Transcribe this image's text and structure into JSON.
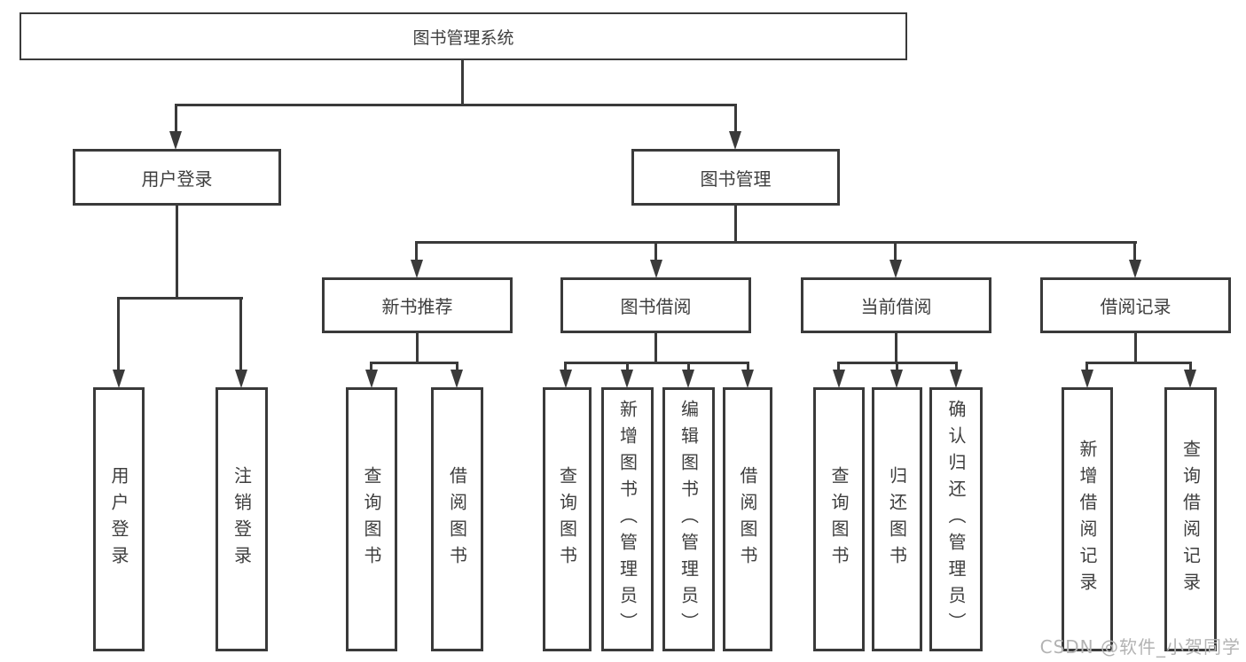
{
  "diagram": {
    "root_label": "图书管理系统",
    "level2": [
      {
        "label": "用户登录",
        "leaves": [
          "用户登录",
          "注销登录"
        ]
      },
      {
        "label": "图书管理",
        "level3": [
          {
            "label": "新书推荐",
            "leaves": [
              "查询图书",
              "借阅图书"
            ]
          },
          {
            "label": "图书借阅",
            "leaves": [
              "查询图书",
              "新增图书（管理员）",
              "编辑图书（管理员）",
              "借阅图书"
            ]
          },
          {
            "label": "当前借阅",
            "leaves": [
              "查询图书",
              "归还图书",
              "确认归还（管理员）"
            ]
          },
          {
            "label": "借阅记录",
            "leaves": [
              "新增借阅记录",
              "查询借阅记录"
            ]
          }
        ]
      }
    ],
    "colors": {
      "line": "#3a3a3a",
      "text": "#3e3e3e",
      "watermark": "#b3b3b3",
      "background": "#ffffff"
    },
    "watermark": "CSDN @软件_小贺同学"
  }
}
